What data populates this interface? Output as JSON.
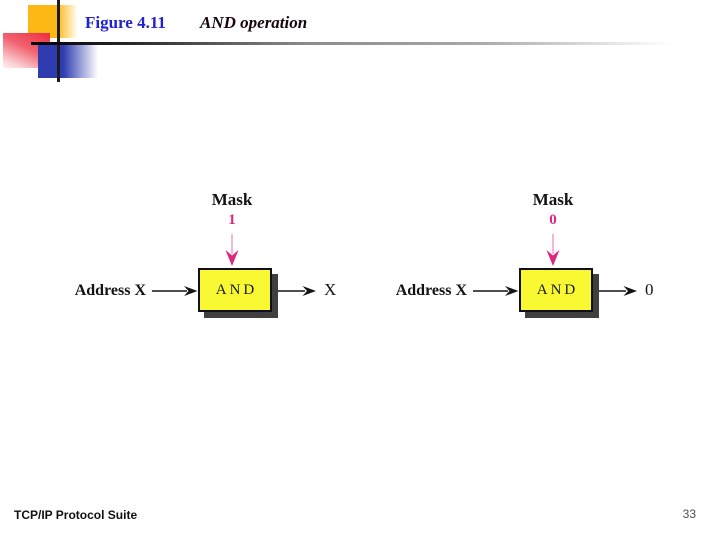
{
  "header": {
    "figure_label": "Figure 4.11",
    "figure_caption": "AND operation"
  },
  "diagrams": [
    {
      "mask_label": "Mask",
      "mask_bit": "1",
      "input_label": "Address X",
      "gate_label": "AND",
      "output_label": "X"
    },
    {
      "mask_label": "Mask",
      "mask_bit": "0",
      "input_label": "Address X",
      "gate_label": "AND",
      "output_label": "0"
    }
  ],
  "footer": {
    "book_title": "TCP/IP Protocol Suite",
    "page_number": "33"
  },
  "colors": {
    "title_blue": "#2121cd",
    "magenta": "#e0257e",
    "magenta_light": "#f2a0c8",
    "box_yellow": "#f8f833",
    "shadow_gray": "#3f3f3f"
  }
}
